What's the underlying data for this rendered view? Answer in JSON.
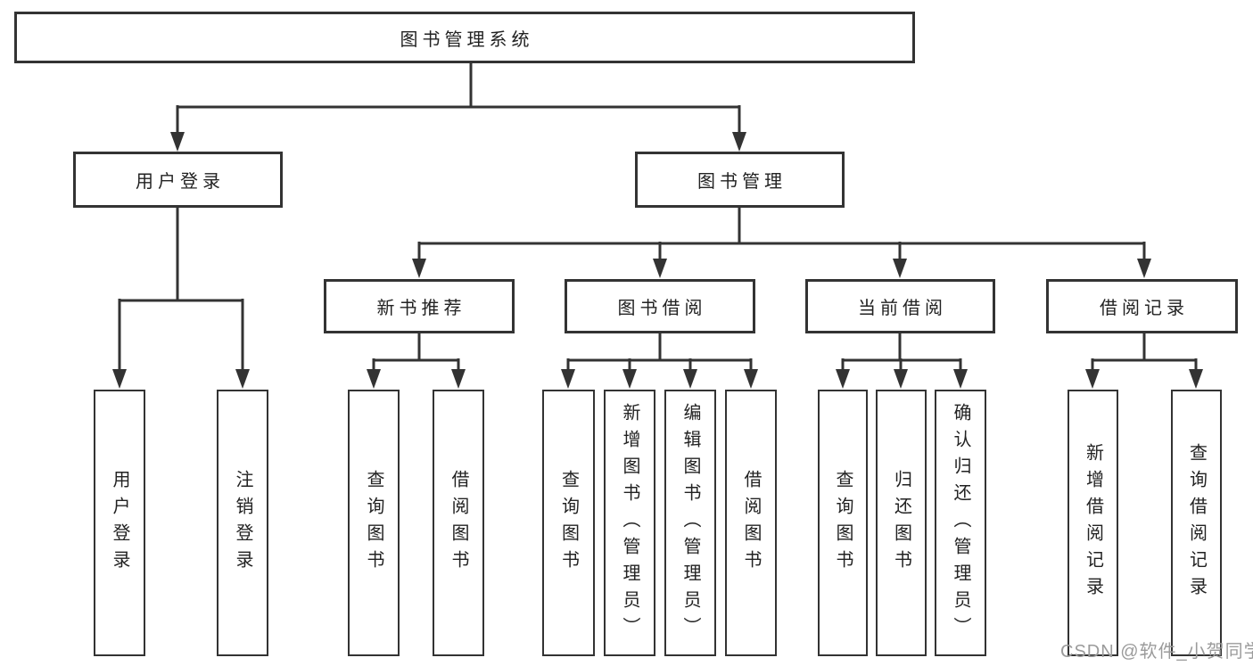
{
  "colors": {
    "line": "#333333",
    "box_border": "#333333",
    "text": "#222222",
    "watermark": "#9b9b9b",
    "background": "#ffffff"
  },
  "watermark": "CSDN @软件_小贺同学",
  "tree": {
    "root": {
      "label": "图书管理系统"
    },
    "children": [
      {
        "label": "用户登录",
        "children": [
          {
            "label": "用户登录"
          },
          {
            "label": "注销登录"
          }
        ]
      },
      {
        "label": "图书管理",
        "children": [
          {
            "label": "新书推荐",
            "children": [
              {
                "label": "查询图书"
              },
              {
                "label": "借阅图书"
              }
            ]
          },
          {
            "label": "图书借阅",
            "children": [
              {
                "label": "查询图书"
              },
              {
                "label": "新增图书（管理员）"
              },
              {
                "label": "编辑图书（管理员）"
              },
              {
                "label": "借阅图书"
              }
            ]
          },
          {
            "label": "当前借阅",
            "children": [
              {
                "label": "查询图书"
              },
              {
                "label": "归还图书"
              },
              {
                "label": "确认归还（管理员）"
              }
            ]
          },
          {
            "label": "借阅记录",
            "children": [
              {
                "label": "新增借阅记录"
              },
              {
                "label": "查询借阅记录"
              }
            ]
          }
        ]
      }
    ]
  }
}
